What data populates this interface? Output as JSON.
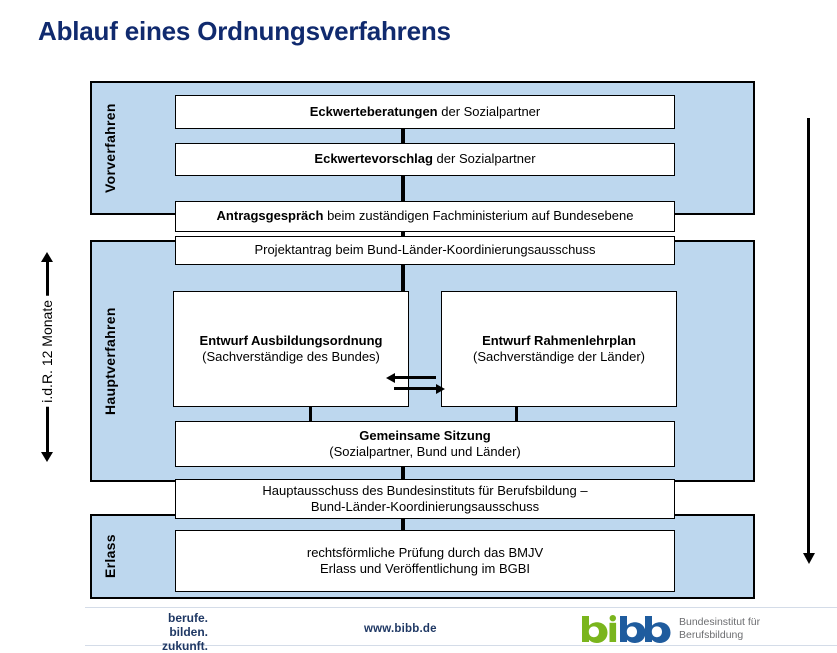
{
  "slide": {
    "title": "Ablauf eines Ordnungsverfahrens"
  },
  "colors": {
    "title": "#102A6E",
    "panel_fill": "#BDD7EE",
    "panel_border": "#000000",
    "box_fill": "#FFFFFF",
    "logo_green": "#7AB51D",
    "logo_blue": "#1F5C9E",
    "footer_text": "#1F3864"
  },
  "sections": [
    {
      "id": "vorverfahren",
      "label": "Vorverfahren"
    },
    {
      "id": "hauptverfahren",
      "label": "Hauptverfahren"
    },
    {
      "id": "erlass",
      "label": "Erlass"
    }
  ],
  "boxes": [
    {
      "id": "eckwerteberatungen",
      "strong": "Eckwerteberatungen",
      "rest": " der Sozialpartner",
      "line2": ""
    },
    {
      "id": "eckwertevorschlag",
      "strong": "Eckwertevorschlag",
      "rest": " der Sozialpartner",
      "line2": ""
    },
    {
      "id": "antragsgespraech",
      "strong": "Antragsgespräch",
      "rest": " beim zuständigen Fachministerium auf Bundesebene",
      "line2": ""
    },
    {
      "id": "projektantrag",
      "strong": "",
      "rest": "Projektantrag beim Bund-Länder-Koordinierungsausschuss",
      "line2": ""
    },
    {
      "id": "entwurf-ausbildungsordnung",
      "strong": "Entwurf Ausbildungsordnung",
      "rest": "",
      "line2": "(Sachverständige des Bundes)"
    },
    {
      "id": "entwurf-rahmenlehrplan",
      "strong": "Entwurf Rahmenlehrplan",
      "rest": "",
      "line2": "(Sachverständige der Länder)"
    },
    {
      "id": "gemeinsame-sitzung",
      "strong": "Gemeinsame Sitzung",
      "rest": "",
      "line2": "(Sozialpartner, Bund und Länder)"
    },
    {
      "id": "hauptausschuss",
      "strong": "",
      "rest": "Hauptausschuss des Bundesinstituts für Berufsbildung –",
      "line2": "Bund-Länder-Koordinierungsausschuss"
    },
    {
      "id": "erlass-box",
      "strong": "",
      "rest": "rechtsförmliche Prüfung durch das BMJV",
      "line2": "Erlass und Veröffentlichung im BGBI"
    }
  ],
  "duration": {
    "label": "i.d.R. 12 Monate",
    "arrow": "double-vertical-arrow"
  },
  "flow_arrow": {
    "name": "downward-flow-arrow"
  },
  "footer": {
    "claim_line1": "berufe.",
    "claim_line2": "bilden.",
    "claim_line3": "zukunft.",
    "url": "www.bibb.de",
    "logo_wordmark": "bibb",
    "logo_subtitle_line1": "Bundesinstitut für",
    "logo_subtitle_line2": "Berufsbildung"
  }
}
